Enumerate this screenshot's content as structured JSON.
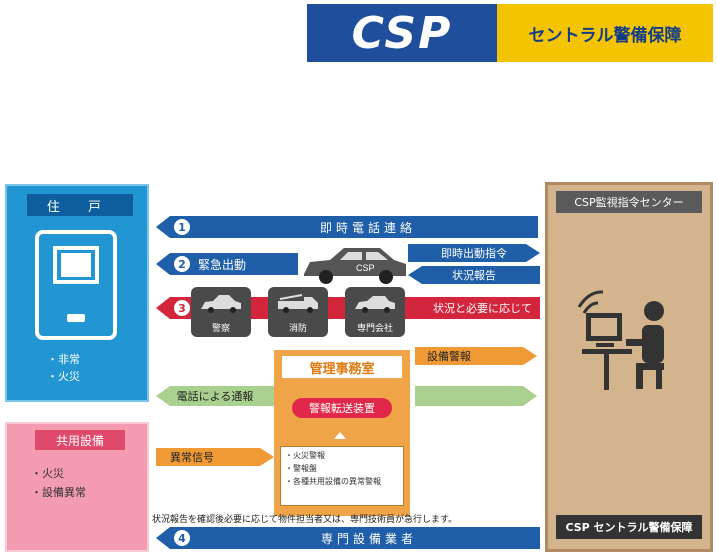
{
  "logo": {
    "brand": "CSP",
    "company": "セントラル警備保障"
  },
  "residence": {
    "title": "住 戸",
    "notes": [
      "・非常",
      "・火災"
    ]
  },
  "common": {
    "title": "共用設備",
    "notes": [
      "・火災",
      "・設備異常"
    ]
  },
  "center": {
    "title": "CSP監視指令センター",
    "footer": "CSP セントラル警備保障"
  },
  "arrows": {
    "a1": {
      "num": "1",
      "label": "即時電話連絡"
    },
    "a2": {
      "num": "2",
      "label": "緊急出動"
    },
    "dispatch": "即時出動指令",
    "status": "状況報告",
    "car_label": "CSP",
    "a3": {
      "num": "3",
      "label": "状況と必要に応じて"
    },
    "phone_report": "電話による通報",
    "equip_alarm": "設備警報",
    "abnormal_signal": "異常信号",
    "a4": {
      "num": "4",
      "label": "専門設備業者"
    }
  },
  "vehicles": [
    "警察",
    "消防",
    "専門会社"
  ],
  "office": {
    "title": "管理事務室",
    "device": "警報転送装置",
    "list": [
      "・火災警報",
      "・警報盤",
      "・各種共用設備の異常警報"
    ]
  },
  "note": "状況報告を確認後必要に応じて物件担当者又は、専門技術員が急行します。",
  "colors": {
    "blue": "#1f5ea9",
    "red": "#d3263d",
    "orange": "#f09a35",
    "green": "#a9d08e",
    "pink": "#f39bb0",
    "tan": "#d4b48c"
  }
}
